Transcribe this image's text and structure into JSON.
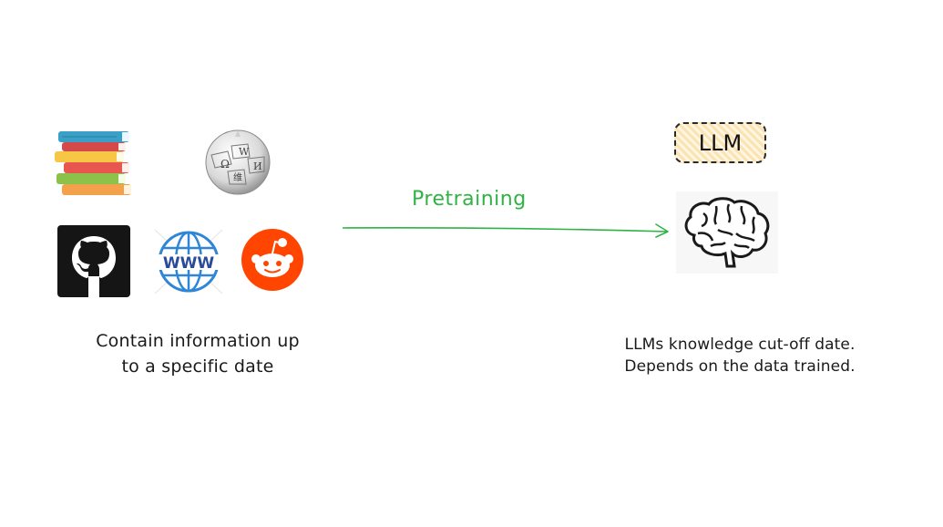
{
  "left_caption": {
    "line1": "Contain information up",
    "line2": "to a specific date"
  },
  "arrow": {
    "label": "Pretraining",
    "color": "#2fb344"
  },
  "llm_label": "LLM",
  "right_caption": {
    "line1": "LLMs knowledge cut-off date.",
    "line2": "Depends on the data trained."
  },
  "www_text": "WWW",
  "icons": [
    "books-icon",
    "wikipedia-globe-icon",
    "github-icon",
    "www-globe-icon",
    "reddit-icon",
    "brain-icon"
  ]
}
